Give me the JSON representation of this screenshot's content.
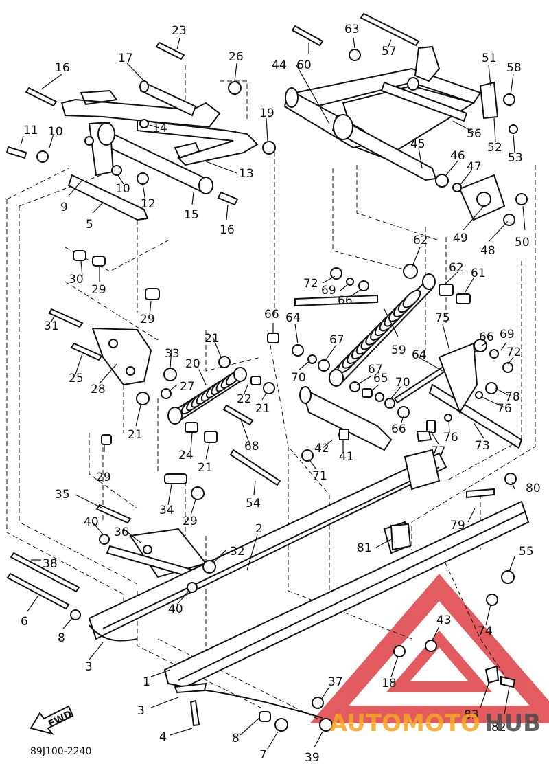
{
  "diagram": {
    "code": "89J100-2240",
    "fwd_label": "FWD",
    "watermark": {
      "primary": "AUTOMOTO",
      "secondary": "HUB",
      "primary_color": "#f5a623",
      "secondary_color": "#4a4a4a",
      "logo_color": "#d9252a"
    },
    "callouts": {
      "c1": "1",
      "c2": "2",
      "c3a": "3",
      "c3b": "3",
      "c4": "4",
      "c5": "5",
      "c6": "6",
      "c7": "7",
      "c8a": "8",
      "c8b": "8",
      "c9": "9",
      "c10a": "10",
      "c10b": "10",
      "c11": "11",
      "c12": "12",
      "c13": "13",
      "c14": "14",
      "c15": "15",
      "c16a": "16",
      "c16b": "16",
      "c17": "17",
      "c18": "18",
      "c19": "19",
      "c20": "20",
      "c21a": "21",
      "c21b": "21",
      "c21c": "21",
      "c21d": "21",
      "c22": "22",
      "c23": "23",
      "c24": "24",
      "c25": "25",
      "c26": "26",
      "c27": "27",
      "c28": "28",
      "c29a": "29",
      "c29b": "29",
      "c29c": "29",
      "c29d": "29",
      "c30": "30",
      "c31": "31",
      "c32": "32",
      "c33": "33",
      "c34": "34",
      "c35": "35",
      "c36": "36",
      "c37": "37",
      "c38": "38",
      "c39": "39",
      "c40a": "40",
      "c40b": "40",
      "c41": "41",
      "c42": "42",
      "c43": "43",
      "c44": "44",
      "c45": "45",
      "c46": "46",
      "c47": "47",
      "c48": "48",
      "c49": "49",
      "c50": "50",
      "c51": "51",
      "c52": "52",
      "c53": "53",
      "c54": "54",
      "c55": "55",
      "c56": "56",
      "c57": "57",
      "c58": "58",
      "c59": "59",
      "c60": "60",
      "c61": "61",
      "c62a": "62",
      "c62b": "62",
      "c63": "63",
      "c64a": "64",
      "c64b": "64",
      "c65": "65",
      "c66a": "66",
      "c66b": "66",
      "c66c": "66",
      "c66d": "66",
      "c67a": "67",
      "c67b": "67",
      "c68": "68",
      "c69a": "69",
      "c69b": "69",
      "c70a": "70",
      "c70b": "70",
      "c71": "71",
      "c72a": "72",
      "c72b": "72",
      "c73": "73",
      "c74": "74",
      "c75": "75",
      "c76a": "76",
      "c76b": "76",
      "c77": "77",
      "c78": "78",
      "c79": "79",
      "c80": "80",
      "c81": "81",
      "c82": "82",
      "c83": "83"
    }
  }
}
